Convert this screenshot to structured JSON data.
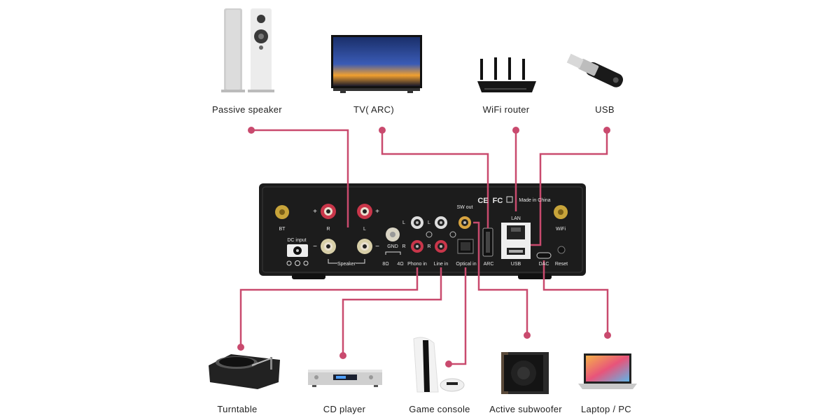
{
  "devices": {
    "passive_speaker": "Passive speaker",
    "tv": "TV( ARC)",
    "wifi_router": "WiFi router",
    "usb": "USB",
    "turntable": "Turntable",
    "cd_player": "CD player",
    "game_console": "Game console",
    "active_subwoofer": "Active subwoofer",
    "laptop": "Laptop / PC"
  },
  "panel": {
    "bt": "BT",
    "wifi": "WiFi",
    "dc_input": "DC input",
    "speaker": "Speaker",
    "r": "R",
    "l": "L",
    "plus": "+",
    "minus": "−",
    "gnd": "GND",
    "ohm8": "8Ω",
    "ohm4": "4Ω",
    "phono_in": "Phono in",
    "line_in": "Line in",
    "optical_in": "Optical in",
    "sw_out": "SW out",
    "arc": "ARC",
    "lan": "LAN",
    "usb": "USB",
    "dac": "DAC",
    "reset": "Reset",
    "made_in": "Made in China",
    "ce": "CE",
    "fc": "FC"
  },
  "colors": {
    "connector_line": "#c94a6e",
    "panel_body": "#1c1c1c"
  }
}
